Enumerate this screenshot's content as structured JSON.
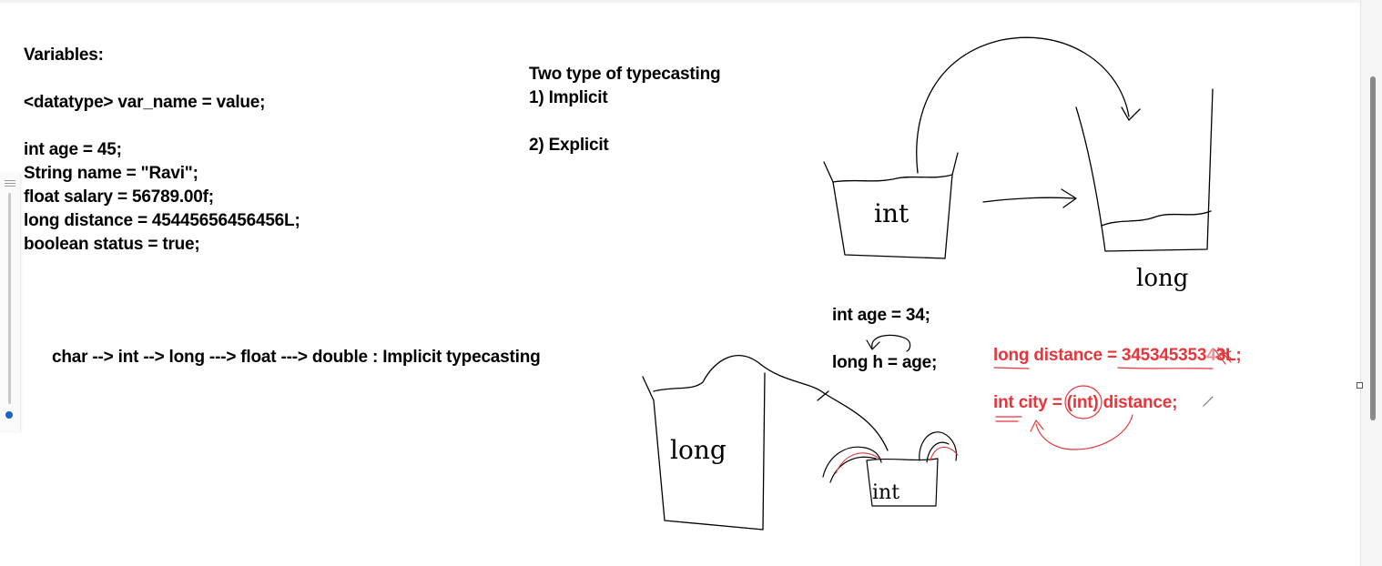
{
  "notes": {
    "variables_heading": "Variables:",
    "syntax_line": "<datatype>  var_name  =  value;",
    "examples": [
      "int age = 45;",
      "String name = \"Ravi\";",
      "float salary = 56789.00f;",
      "long distance = 45445656456456L;",
      "boolean status = true;"
    ],
    "widening_chain": "char --> int  --> long  ---> float   ---> double   : Implicit typecasting",
    "typecasting_heading": "Two type of typecasting",
    "typecasting_types": [
      "1) Implicit",
      "2) Explicit"
    ],
    "implicit_example": [
      "int age = 34;",
      "long h = age;"
    ],
    "explicit_example": [
      "long distance = 345345353",
      "3L;",
      "int city = ",
      "(int)",
      " distance;"
    ]
  },
  "drawing_labels": {
    "int_bucket": "int",
    "long_bucket_top": "long",
    "long_bucket_bottom": "long",
    "int_bucket_small": "int"
  },
  "colors": {
    "ink": "#000000",
    "red_ink": "#e8353a",
    "scrollbar_thumb": "#8a8a8a",
    "rail_dot": "#1464c8"
  },
  "icons": {
    "pen_cursor": "pen-cursor-icon",
    "rail_grip": "grip-lines-icon"
  }
}
